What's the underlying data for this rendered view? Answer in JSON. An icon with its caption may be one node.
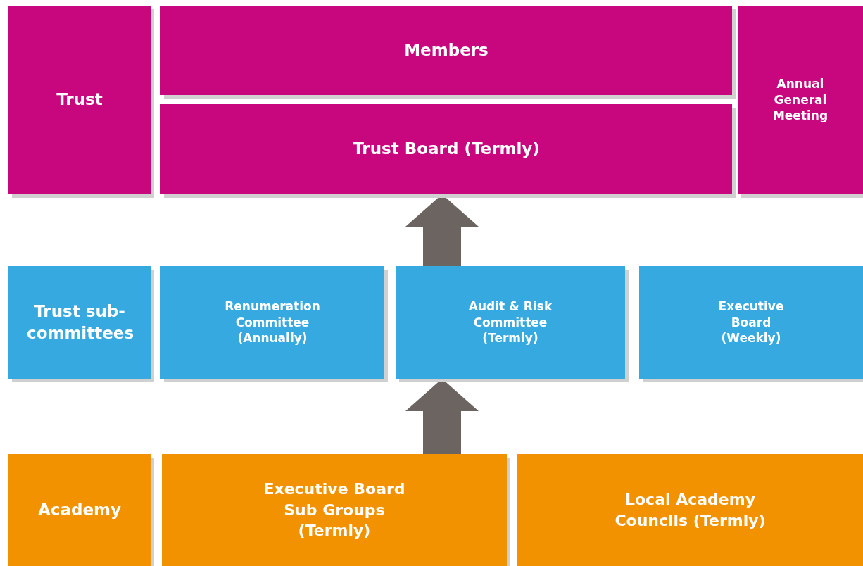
{
  "diagram": {
    "nodes": [
      {
        "text": [
          "Trust"
        ]
      },
      {
        "text": [
          "Members"
        ]
      },
      {
        "text": [
          "Trust Board (Termly)"
        ]
      },
      {
        "text": [
          "Annual General Meeting"
        ]
      },
      {
        "text": [
          "Trust sub-committees"
        ]
      },
      {
        "text": [
          "Renumeration Committee (Annually)"
        ]
      },
      {
        "text": [
          "Audit & Risk Committee (Termly)"
        ]
      },
      {
        "text": [
          "Executive Board (Weekly)"
        ]
      },
      {
        "text": [
          "Academy"
        ]
      },
      {
        "text": [
          "Executive Board Sub Groups (Termly)"
        ]
      },
      {
        "text": [
          "Local Academy Councils (Termly)"
        ]
      }
    ],
    "edges": [
      {
        "from": 6,
        "to": 2,
        "arrow": "to"
      },
      {
        "from": 9,
        "to": 6,
        "arrow": "to"
      }
    ]
  }
}
